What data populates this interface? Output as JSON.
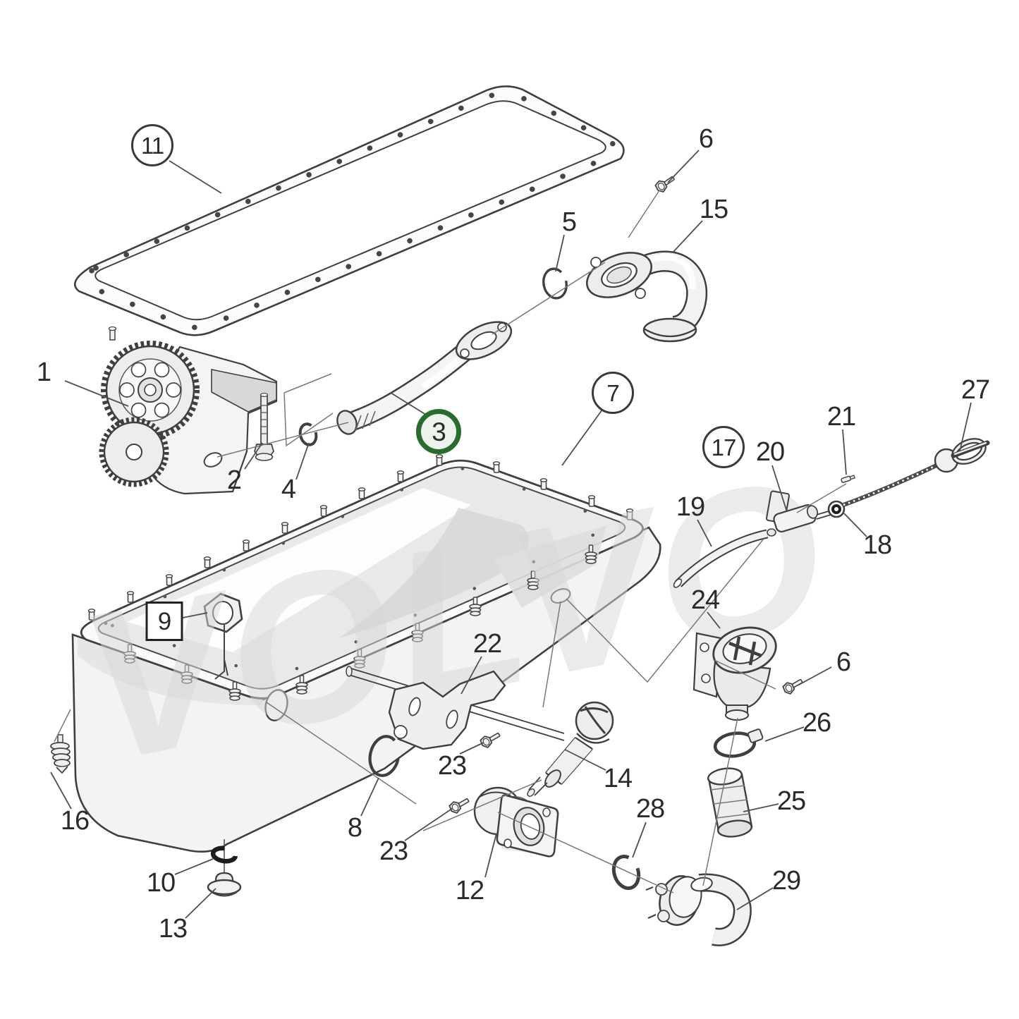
{
  "diagram": {
    "watermark": "VOLVO",
    "highlight_color": "#2a6c2e",
    "line_color": "#3f3f3f",
    "selected_part": "3"
  },
  "labels": [
    {
      "n": "1",
      "style": "plain"
    },
    {
      "n": "2",
      "style": "plain"
    },
    {
      "n": "3",
      "style": "circle-green"
    },
    {
      "n": "4",
      "style": "plain"
    },
    {
      "n": "5",
      "style": "plain"
    },
    {
      "n": "6",
      "style": "plain"
    },
    {
      "n": "7",
      "style": "circle"
    },
    {
      "n": "8",
      "style": "plain"
    },
    {
      "n": "9",
      "style": "box"
    },
    {
      "n": "10",
      "style": "plain"
    },
    {
      "n": "11",
      "style": "circle"
    },
    {
      "n": "12",
      "style": "plain"
    },
    {
      "n": "13",
      "style": "plain"
    },
    {
      "n": "14",
      "style": "plain"
    },
    {
      "n": "15",
      "style": "plain"
    },
    {
      "n": "16",
      "style": "plain"
    },
    {
      "n": "17",
      "style": "circle"
    },
    {
      "n": "18",
      "style": "plain"
    },
    {
      "n": "19",
      "style": "plain"
    },
    {
      "n": "20",
      "style": "plain"
    },
    {
      "n": "21",
      "style": "plain"
    },
    {
      "n": "22",
      "style": "plain"
    },
    {
      "n": "23",
      "style": "plain"
    },
    {
      "n": "23",
      "style": "plain"
    },
    {
      "n": "24",
      "style": "plain"
    },
    {
      "n": "25",
      "style": "plain"
    },
    {
      "n": "26",
      "style": "plain"
    },
    {
      "n": "27",
      "style": "plain"
    },
    {
      "n": "28",
      "style": "plain"
    },
    {
      "n": "29",
      "style": "plain"
    },
    {
      "n": "6",
      "style": "plain"
    }
  ]
}
